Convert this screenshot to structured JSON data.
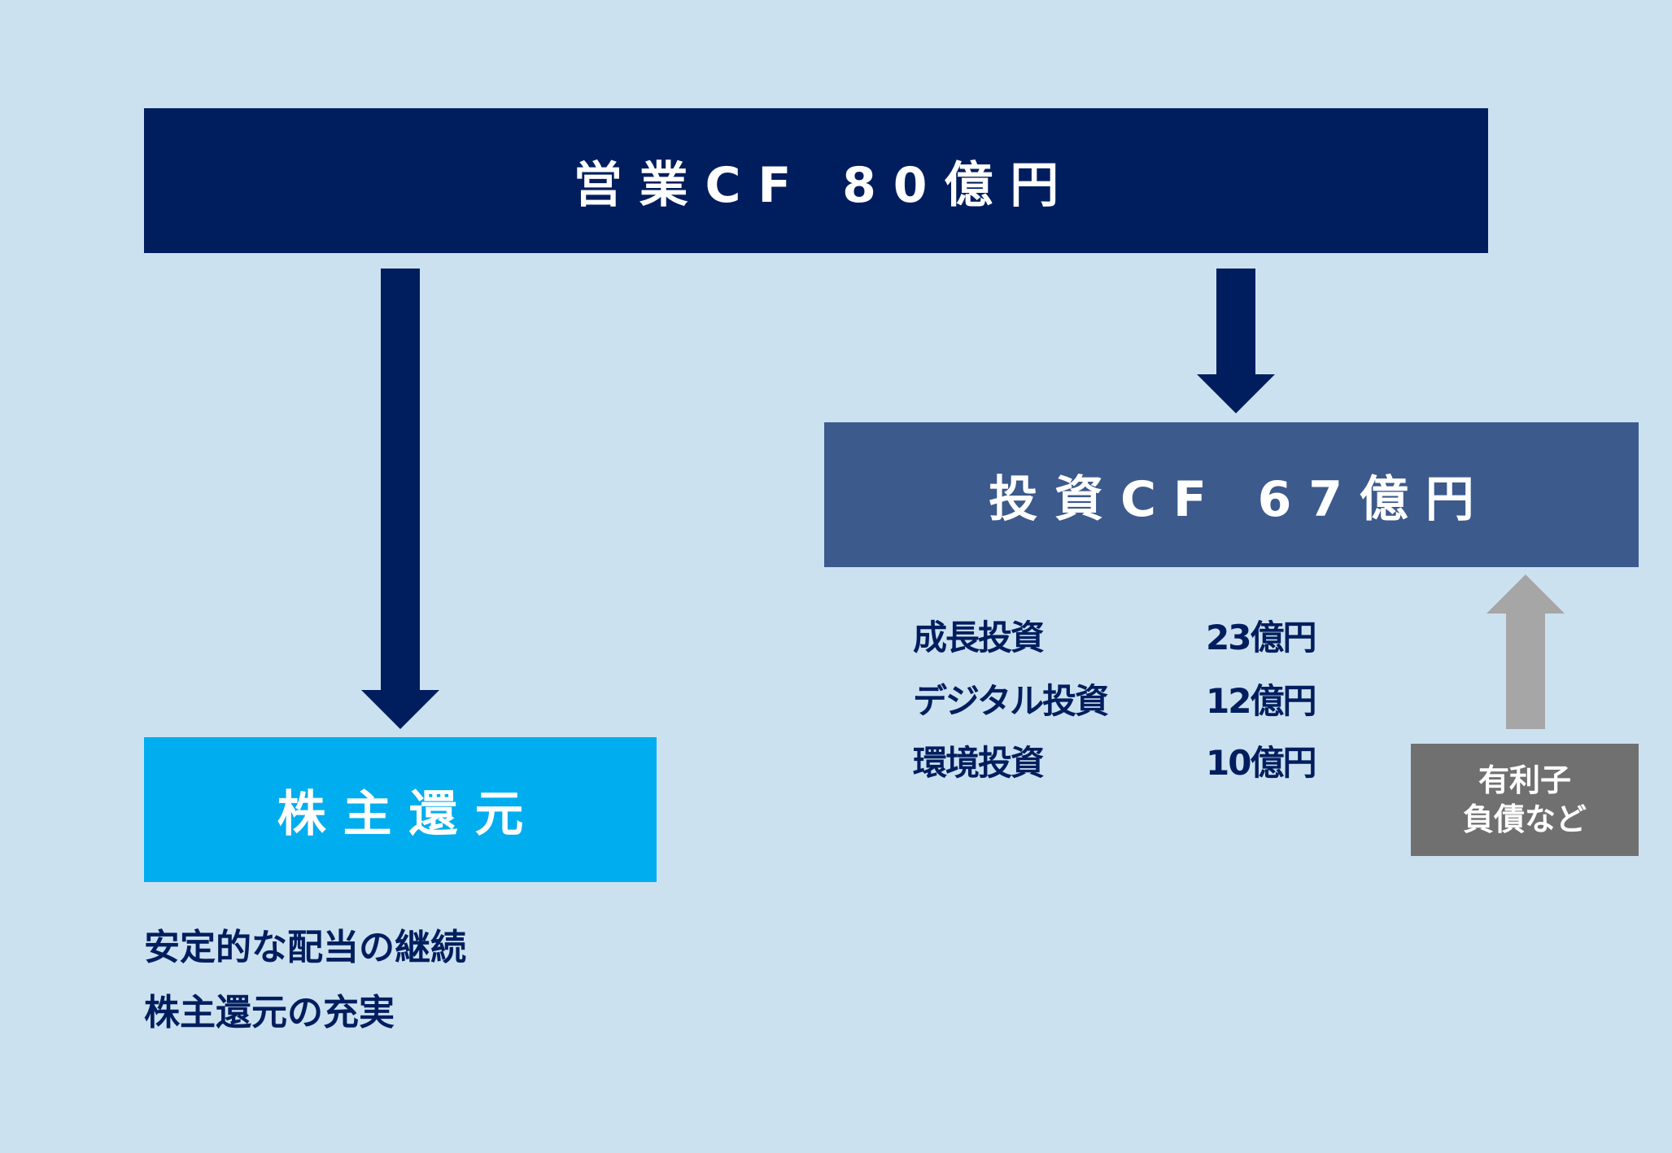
{
  "operating_cf": {
    "label": "営 業 C F   8 0 億 円"
  },
  "investing_cf": {
    "label": "投 資 C F   6 7 億 円"
  },
  "shareholder_return": {
    "label": "株 主 還 元",
    "items": [
      "安定的な配当の継続",
      "株主還元の充実"
    ]
  },
  "investments": [
    {
      "name": "成長投資",
      "amount": "23億円"
    },
    {
      "name": "デジタル投資",
      "amount": "12億円"
    },
    {
      "name": "環境投資",
      "amount": "10億円"
    }
  ],
  "debt": {
    "line1": "有利子",
    "line2": "負債など"
  },
  "colors": {
    "background": "#cce1f0",
    "navy": "#001e5e",
    "steel_blue": "#3c5a8c",
    "cyan": "#00aeef",
    "gray_box": "#707070",
    "gray_arrow": "#a6a6a6"
  }
}
